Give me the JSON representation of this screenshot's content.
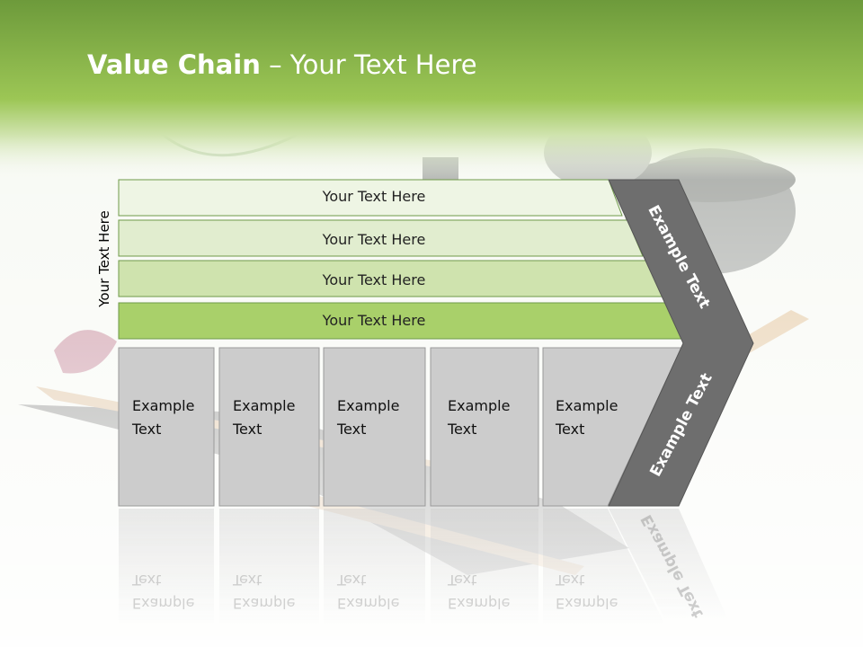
{
  "title": {
    "bold": "Value Chain",
    "rest": " – Your Text Here"
  },
  "vertical_label": "Your Text Here",
  "bars": [
    {
      "label": "Your Text Here",
      "color": "#eef5e4"
    },
    {
      "label": "Your Text Here",
      "color": "#e1edcf"
    },
    {
      "label": "Your Text Here",
      "color": "#cfe3ae"
    },
    {
      "label": "Your Text Here",
      "color": "#a9d06a"
    }
  ],
  "boxes": [
    {
      "label": "Example\nText"
    },
    {
      "label": "Example\nText"
    },
    {
      "label": "Example\nText"
    },
    {
      "label": "Example\nText"
    },
    {
      "label": "Example\nText"
    }
  ],
  "chevron": {
    "top_label": "Example Text",
    "bottom_label": "Example Text",
    "color": "#6e6e6e"
  },
  "colors": {
    "header_green": "#8fbf4a",
    "box_gray": "#cccccc",
    "box_border": "#9a9a9a"
  }
}
